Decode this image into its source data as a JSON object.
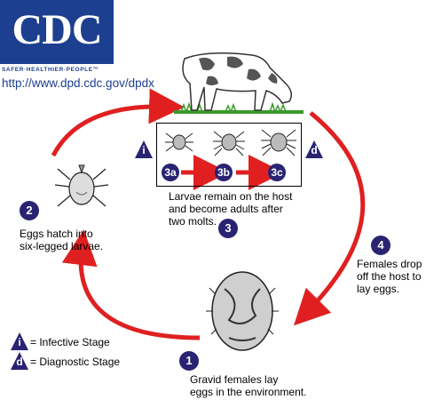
{
  "header": {
    "logo_text": "CDC",
    "tagline": "SAFER·HEALTHIER·PEOPLE™",
    "url": "http://www.dpd.cdc.gov/dpdx"
  },
  "stages": {
    "infective_symbol": "i",
    "diagnostic_symbol": "d"
  },
  "steps": {
    "step1_number": "1",
    "step1_text_line1": "Gravid females lay",
    "step1_text_line2": "eggs in the environment.",
    "step2_number": "2",
    "step2_text_line1": "Eggs hatch into",
    "step2_text_line2": "six-legged larvae.",
    "step3_number": "3",
    "step3_text_line1": "Larvae remain on the host",
    "step3_text_line2": "and become adults after",
    "step3_text_line3": "two molts.",
    "step3a": "3a",
    "step3b": "3b",
    "step3c": "3c",
    "step4_number": "4",
    "step4_text_line1": "Females drop",
    "step4_text_line2": "off the host to",
    "step4_text_line3": "lay eggs."
  },
  "legend": {
    "infective_label": "= Infective Stage",
    "diagnostic_label": "= Diagnostic Stage"
  },
  "colors": {
    "brand_blue": "#1d3f8f",
    "badge_navy": "#2a2372",
    "arrow_red": "#e02020"
  }
}
